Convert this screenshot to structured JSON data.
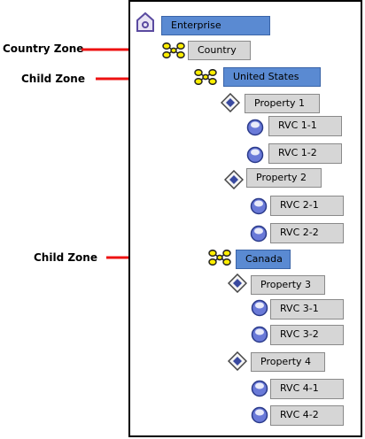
{
  "colors": {
    "arrow": "#ee1111",
    "selected": "#5a8ad2",
    "plain": "#d6d6d6",
    "zone": "#ffee00"
  },
  "nodes": {
    "enterprise": "Enterprise",
    "country": "Country",
    "united_states": "United States",
    "property1": "Property  1",
    "rvc11": "RVC  1-1",
    "rvc12": "RVC  1-2",
    "property2": "Property  2",
    "rvc21": "RVC  2-1",
    "rvc22": "RVC  2-2",
    "canada": "Canada",
    "property3": "Property  3",
    "rvc31": "RVC  3-1",
    "rvc32": "RVC  3-2",
    "property4": "Property  4",
    "rvc41": "RVC  4-1",
    "rvc42": "RVC  4-2"
  },
  "annotations": {
    "country_zone": "Country Zone",
    "child_zone_1": "Child Zone",
    "child_zone_2": "Child Zone"
  }
}
